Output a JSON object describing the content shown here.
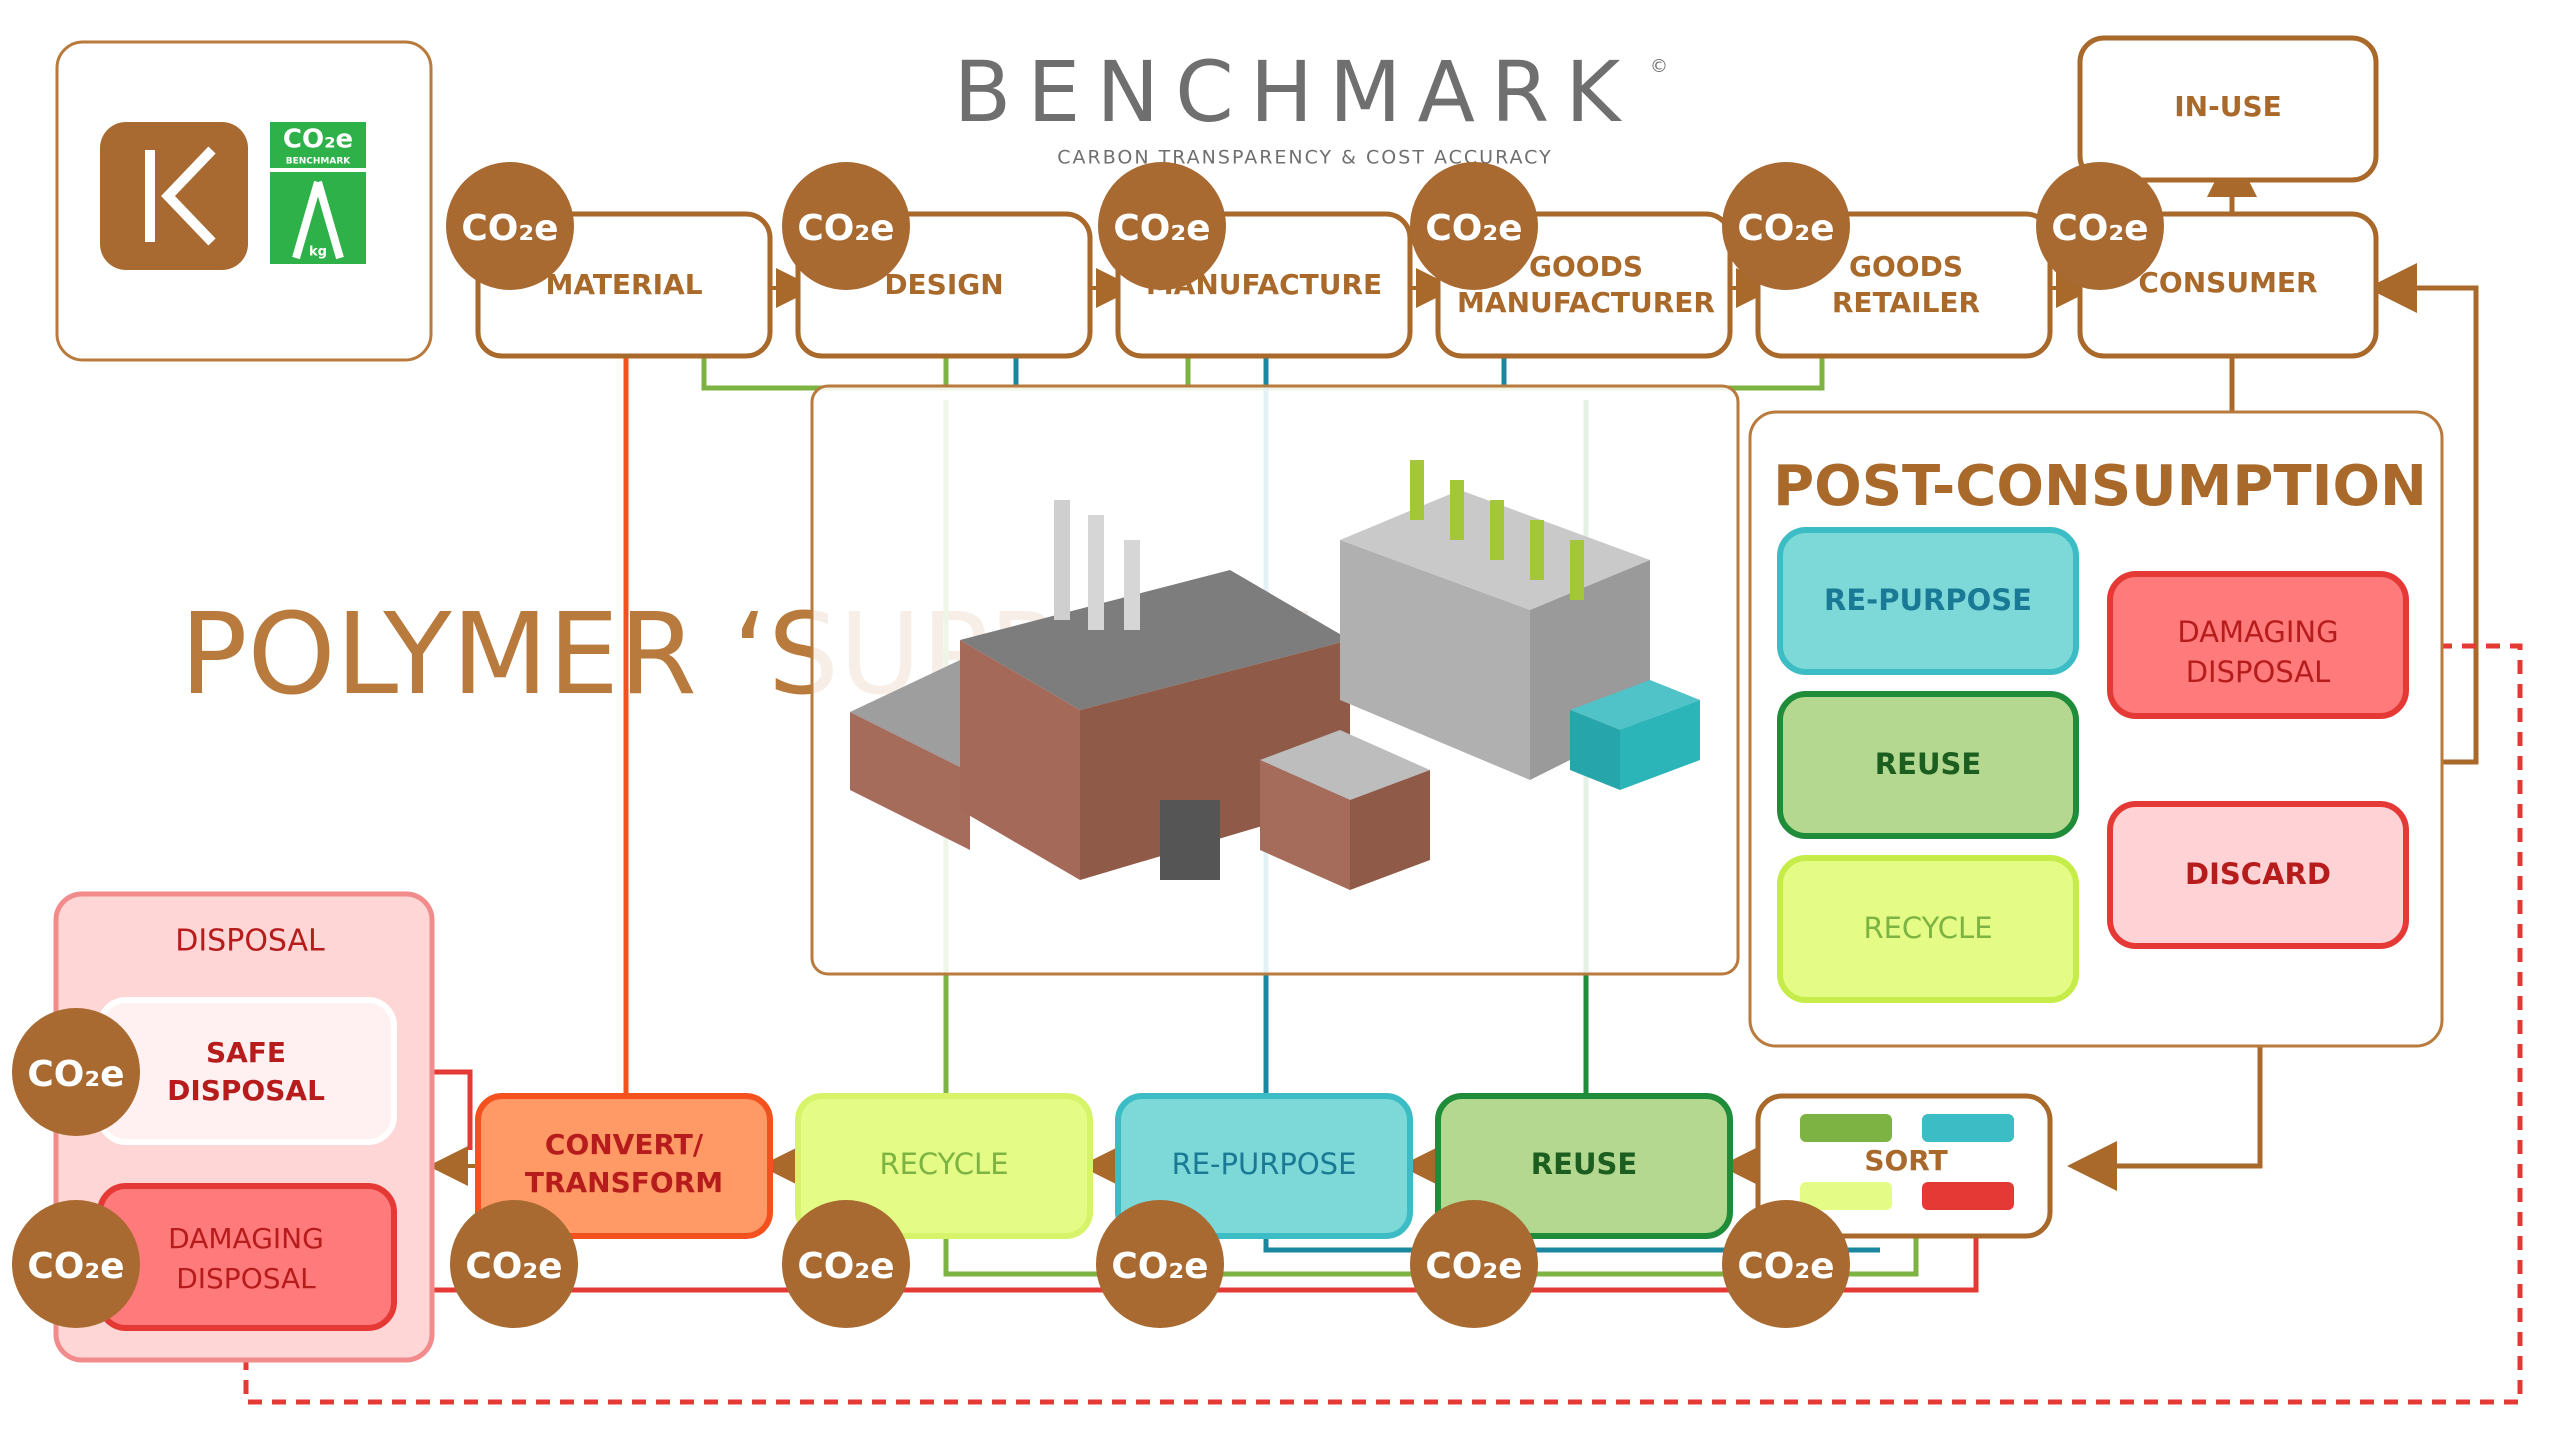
{
  "brand": {
    "name": "BENCHMARK",
    "copyright": "©",
    "tagline": "CARBON TRANSPARENCY & COST ACCURACY",
    "co2_badge_top": "CO₂e",
    "co2_badge_sub": "BENCHMARK",
    "co2_badge_kg": "kg"
  },
  "title": "POLYMER ‘SUPPLY CHAIN’",
  "co2_label": "CO₂e",
  "top_chain": {
    "material": "MATERIAL",
    "design": "DESIGN",
    "manufacture": "MANUFACTURE",
    "goods_manufacturer_l1": "GOODS",
    "goods_manufacturer_l2": "MANUFACTURER",
    "goods_retailer_l1": "GOODS",
    "goods_retailer_l2": "RETAILER",
    "consumer": "CONSUMER",
    "in_use": "IN-USE"
  },
  "post_consumption": {
    "heading": "POST-CONSUMPTION",
    "repurpose": "RE-PURPOSE",
    "damaging_l1": "DAMAGING",
    "damaging_l2": "DISPOSAL",
    "reuse": "REUSE",
    "recycle": "RECYCLE",
    "discard": "DISCARD"
  },
  "bottom_chain": {
    "sort": "SORT",
    "reuse": "REUSE",
    "repurpose": "RE-PURPOSE",
    "recycle": "RECYCLE",
    "convert_l1": "CONVERT/",
    "convert_l2": "TRANSFORM"
  },
  "disposal": {
    "heading": "DISPOSAL",
    "safe_l1": "SAFE",
    "safe_l2": "DISPOSAL",
    "damaging_l1": "DAMAGING",
    "damaging_l2": "DISPOSAL"
  },
  "colors": {
    "brown": "#a9692a",
    "brown_circle": "#a86a31",
    "green": "#7cb342",
    "dark_green": "#1f8c3a",
    "teal": "#1a86a0",
    "red": "#e53935",
    "orange": "#f4511e",
    "repurpose_fill": "#7dd8d8",
    "reuse_fill": "#b4d88f",
    "recycle_fill": "#e4fc86",
    "damaging_fill": "#ff7b7b",
    "discard_fill": "#ffd2d6",
    "convert_fill": "#ff9966",
    "disposal_fill": "#ffd6d6"
  }
}
